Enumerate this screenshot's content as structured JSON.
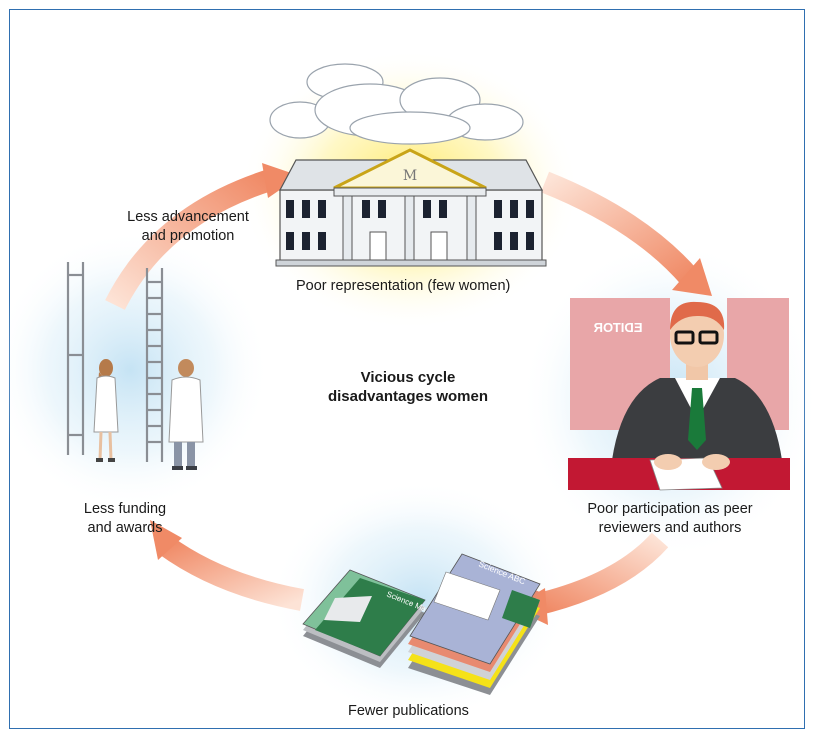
{
  "center": {
    "line1": "Vicious cycle",
    "line2": "disadvantages women"
  },
  "stages": {
    "representation": "Poor representation (few women)",
    "participation": {
      "line1": "Poor participation as peer",
      "line2": "reviewers and authors"
    },
    "publications": "Fewer publications",
    "funding": {
      "line1": "Less funding",
      "line2": "and awards"
    },
    "advancement": {
      "line1": "Less advancement",
      "line2": "and promotion"
    }
  },
  "illustration": {
    "building_letter": "M",
    "editor_sign": "EDITOR",
    "journal_1": "Science Magazine",
    "journal_2": "Science ABC"
  },
  "colors": {
    "frame": "#2f6fb0",
    "arrow": "#f3a184",
    "desk": "#c21833",
    "sign": "#e8a6a8",
    "tie": "#1a7a3a"
  },
  "icons": [
    "cloud-icon",
    "museum-building-icon",
    "editor-man-icon",
    "journal-stack-icon",
    "ladder-icon",
    "scientist-woman-icon",
    "scientist-man-icon"
  ]
}
